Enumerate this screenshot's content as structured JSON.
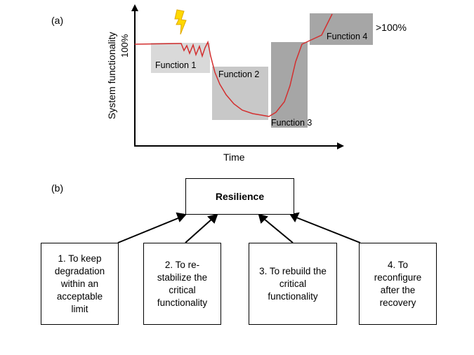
{
  "panel_a": {
    "label": "(a)",
    "y_axis_label": "System functionality",
    "y_tick_label": "100%",
    "x_axis_label": "Time",
    "above_label": ">100%",
    "functions": [
      "Function 1",
      "Function 2",
      "Function 3",
      "Function 4"
    ],
    "colors": {
      "curve": "#d32f2f",
      "function_1": "#d9d9d9",
      "function_2": "#c8c8c8",
      "function_3": "#a6a6a6",
      "function_4": "#a6a6a6",
      "bolt": "#ffd800"
    },
    "icon": "lightning-bolt-icon"
  },
  "panel_b": {
    "label": "(b)",
    "root": "Resilience",
    "goals": [
      [
        "1. To keep",
        "degradation",
        "within an",
        "acceptable",
        "limit"
      ],
      [
        "2. To re-",
        "stabilize the",
        "critical",
        "functionality"
      ],
      [
        "3. To rebuild the",
        "critical",
        "functionality"
      ],
      [
        "4. To",
        "reconfigure",
        "after the",
        "recovery"
      ]
    ]
  }
}
